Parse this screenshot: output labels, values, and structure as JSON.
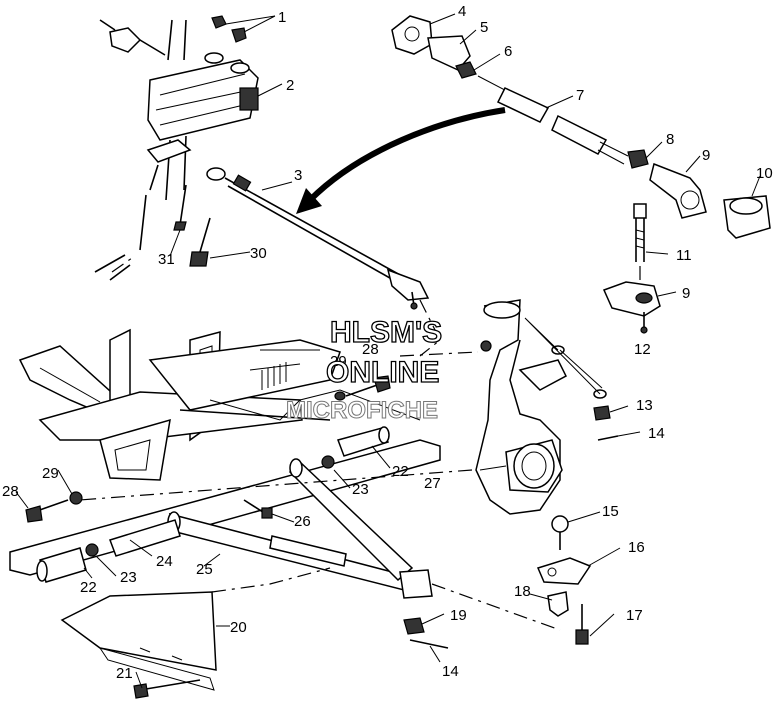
{
  "watermark": {
    "line1": "HLSM'S",
    "line2": "ONLINE",
    "line3": "MICROFICHE"
  },
  "callouts": {
    "c1": "1",
    "c2": "2",
    "c3": "3",
    "c4": "4",
    "c5": "5",
    "c6": "6",
    "c7": "7",
    "c8": "8",
    "c9a": "9",
    "c9b": "9",
    "c10": "10",
    "c11": "11",
    "c12": "12",
    "c13": "13",
    "c14a": "14",
    "c14b": "14",
    "c15": "15",
    "c16": "16",
    "c17": "17",
    "c18": "18",
    "c19": "19",
    "c20": "20",
    "c21": "21",
    "c22a": "22",
    "c22b": "22",
    "c23a": "23",
    "c23b": "23",
    "c24": "24",
    "c25": "25",
    "c26": "26",
    "c27": "27",
    "c28a": "28",
    "c28b": "28",
    "c29a": "29",
    "c29b": "29",
    "c30": "30",
    "c31": "31"
  }
}
